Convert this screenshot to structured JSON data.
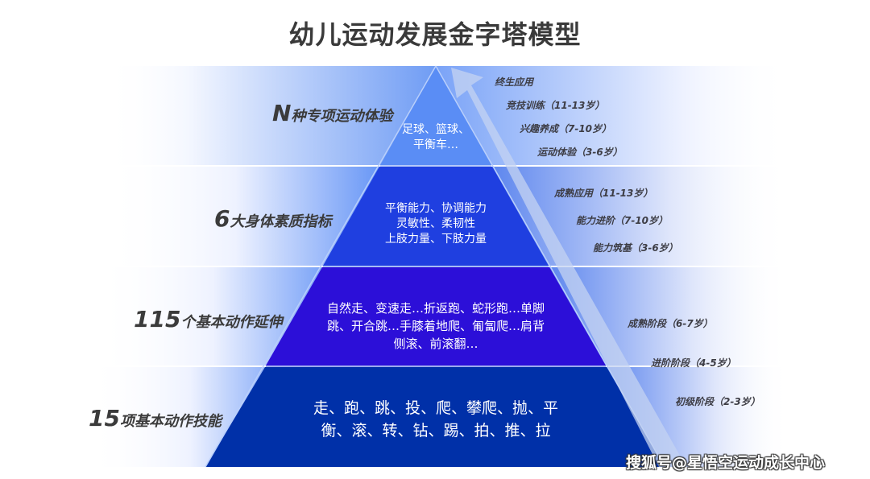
{
  "title": "幼儿运动发展金字塔模型",
  "colors": {
    "tier1": "#5a8df5",
    "tier2": "#1f3fe0",
    "tier3": "#2c0fd8",
    "tier4": "#0030a8",
    "label_text": "#3b3b3b",
    "stage_text": "#3d3d45"
  },
  "tiers": [
    {
      "level": 1,
      "label_num": "N",
      "label_text": "种专项运动体验",
      "content_lines": [
        "足球、篮球、",
        "平衡车…"
      ],
      "stages": [
        "终生应用",
        "竞技训练（11-13岁）",
        "兴趣养成（7-10岁）",
        "运动体验（3-6岁）"
      ]
    },
    {
      "level": 2,
      "label_num": "6",
      "label_text": "大身体素质指标",
      "content_lines": [
        "平衡能力、协调能力",
        "灵敏性、柔韧性",
        "上肢力量、下肢力量"
      ],
      "stages": [
        "成熟应用（11-13岁）",
        "能力进阶（7-10岁）",
        "能力筑基（3-6岁）"
      ]
    },
    {
      "level": 3,
      "label_num": "115",
      "label_text": "个基本动作延伸",
      "content_lines": [
        "自然走、变速走…折返跑、蛇形跑…单脚",
        "跳、开合跳…手膝着地爬、匍匐爬…肩背",
        "侧滚、前滚翻…"
      ],
      "stages": [
        "成熟阶段（6-7岁）",
        "进阶阶段（4-5岁）",
        "初级阶段（2-3岁）"
      ]
    },
    {
      "level": 4,
      "label_num": "15",
      "label_text": "项基本动作技能",
      "content_lines": [
        "走、跑、跳、投、爬、攀爬、抛、平",
        "衡、滚、转、钻、踢、拍、推、拉"
      ],
      "stages": []
    }
  ],
  "watermark": "搜狐号@星悟空运动成长中心"
}
